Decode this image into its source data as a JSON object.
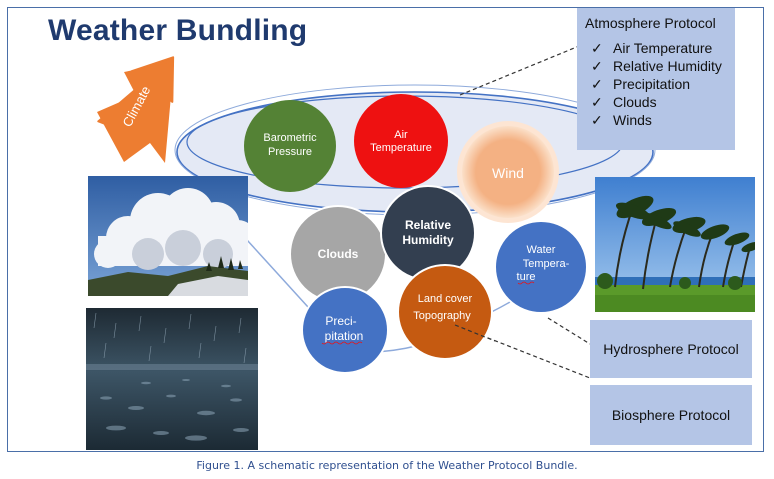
{
  "title": "Weather Bundling",
  "arrow_label": "Climate",
  "circles": {
    "barometric": "Barometric Pressure",
    "air_temperature": "Air Temperature",
    "wind": "Wind",
    "clouds": "Clouds",
    "relative_humidity": "Relative Humidity",
    "water_temperature_line1": "Water",
    "water_temperature_line2": "Tempera-",
    "water_temperature_line3": "ture",
    "precipitation_line1": "Preci-",
    "precipitation_line2": "pitation",
    "land_cover": "Land cover",
    "topography": "Topography"
  },
  "atmosphere": {
    "title": "Atmosphere Protocol",
    "items": [
      "Air Temperature",
      "Relative Humidity",
      "Precipitation",
      "Clouds",
      "Winds"
    ]
  },
  "hydrosphere": "Hydrosphere Protocol",
  "biosphere": "Biosphere Protocol",
  "caption": "Figure 1. A schematic representation of the Weather Protocol Bundle.",
  "colors": {
    "barometric": "#548235",
    "air_temperature": "#ee1111",
    "wind": "#f4b183",
    "clouds": "#a6a6a6",
    "relative_humidity": "#333f50",
    "water_temperature": "#4472c4",
    "precipitation": "#4472c4",
    "land_cover": "#c55a11",
    "arrow": "#ed7d31",
    "box": "#b4c5e6",
    "title": "#1f3a6e"
  }
}
